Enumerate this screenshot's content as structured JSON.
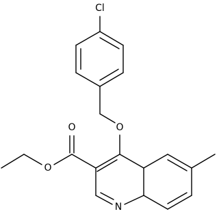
{
  "structure": {
    "atom_labels": {
      "chlorine": "Cl",
      "ether_oxygen": "O",
      "ester_carbonyl_oxygen": "O",
      "ester_alkoxy_oxygen": "O",
      "ring_nitrogen": "N"
    }
  },
  "colors": {
    "bond": "#000000",
    "label": "#000000",
    "background": "#ffffff"
  }
}
